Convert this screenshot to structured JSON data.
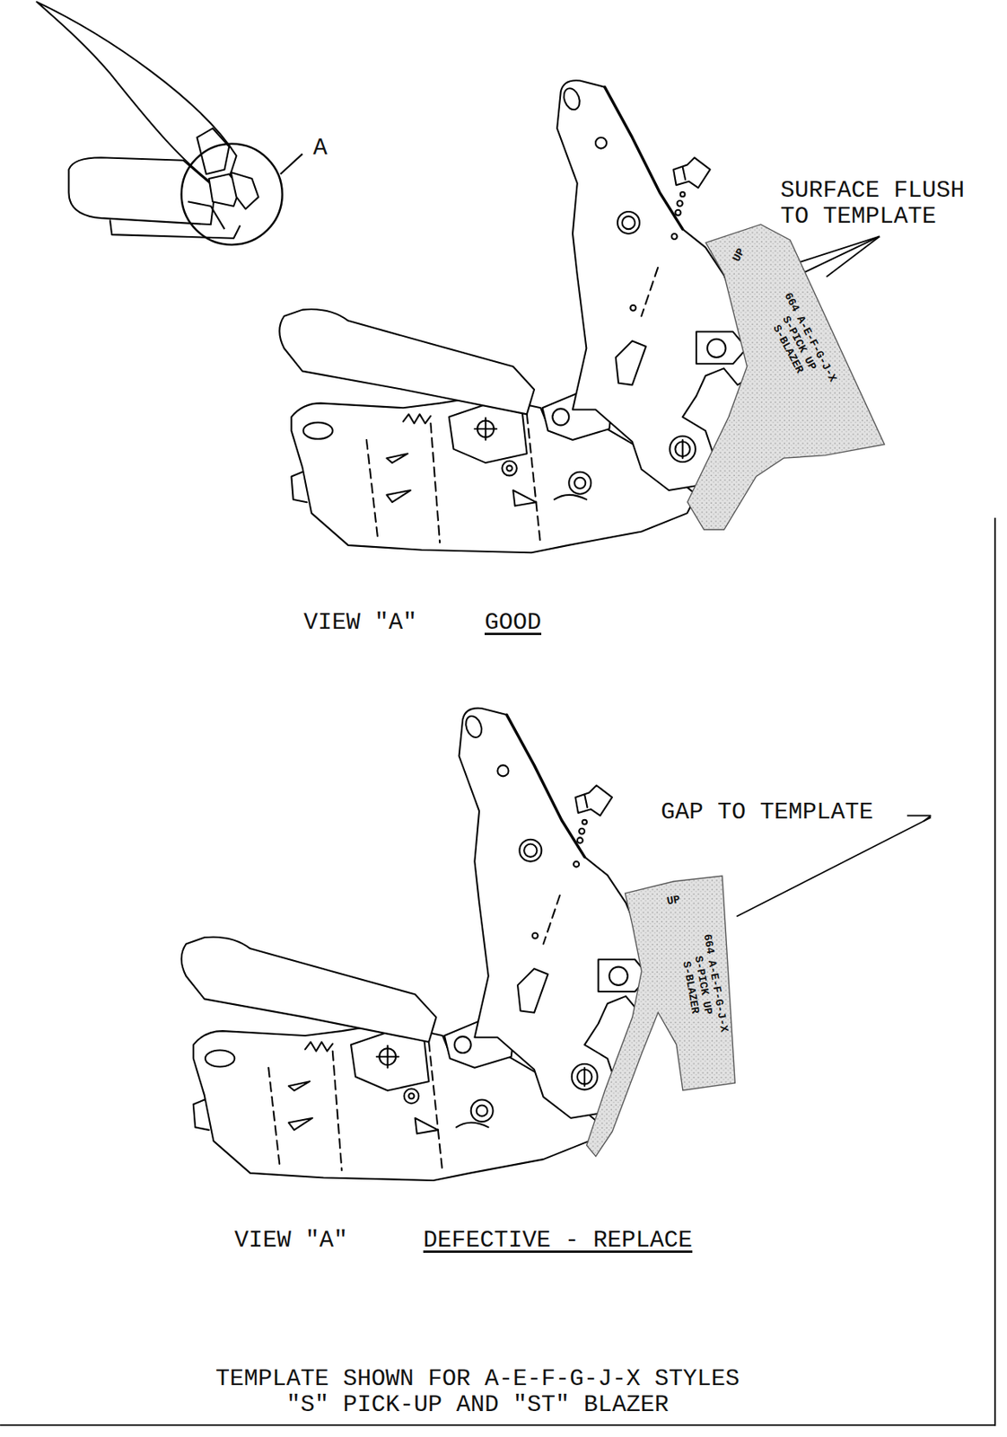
{
  "diagram": {
    "caption": "TEMPLATE SHOWN FOR A-E-F-G-J-X STYLES \"S\" PICK-UP AND \"ST\" BLAZER",
    "nodes": [
      {
        "text": [
          "UP",
          "664 A-E-F-G-J-X",
          "S-PICK UP",
          "S-BLAZER"
        ]
      },
      {
        "text": [
          "UP",
          "664 A-E-F-G-J-X",
          "S-PICK UP",
          "S-BLAZER"
        ]
      }
    ],
    "labels": [
      "A",
      "SURFACE FLUSH TO TEMPLATE",
      "VIEW \"A\"",
      "GOOD",
      "GAP TO TEMPLATE",
      "VIEW \"A\"",
      "DEFECTIVE - REPLACE"
    ]
  }
}
